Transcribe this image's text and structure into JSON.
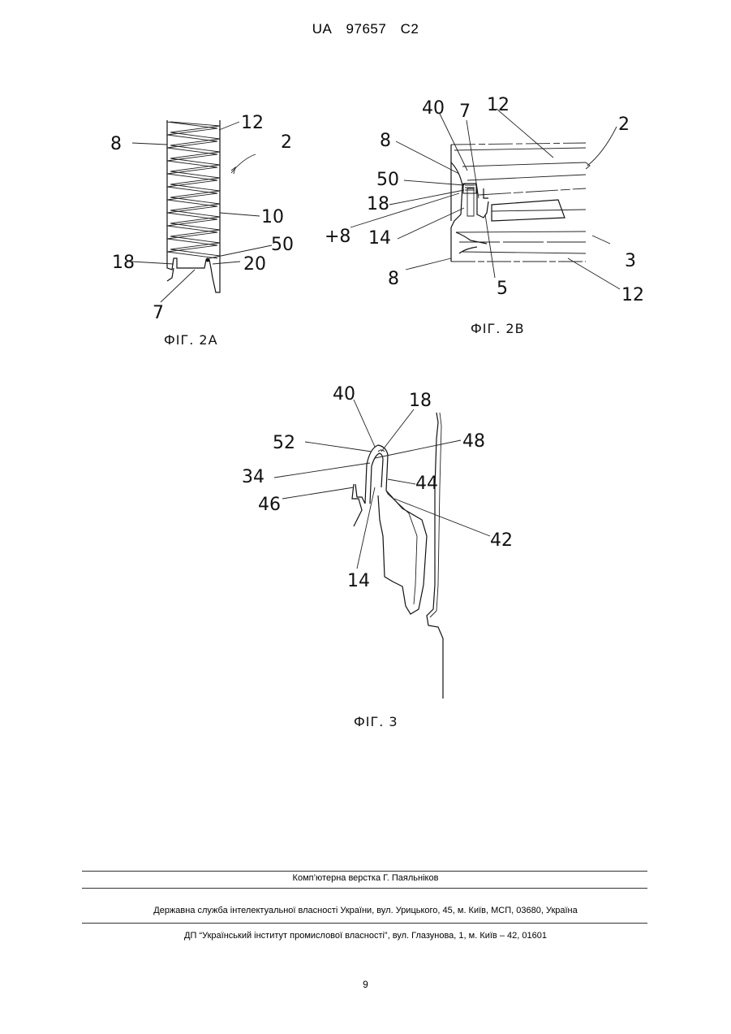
{
  "header": {
    "country": "UA",
    "number": "97657",
    "kind": "C2"
  },
  "figures": {
    "fig2a": {
      "caption": "ФІГ. 2А",
      "labels": {
        "l8": "8",
        "l12": "12",
        "l2": "2",
        "l10": "10",
        "l18": "18",
        "l50": "50",
        "l20": "20",
        "l7": "7"
      }
    },
    "fig2b": {
      "caption": "ФІГ. 2В",
      "labels": {
        "l40": "40",
        "l7": "7",
        "l12a": "12",
        "l2": "2",
        "l8a": "8",
        "l50": "50",
        "l18": "18",
        "l48": "+8",
        "l14": "14",
        "l3": "3",
        "l8b": "8",
        "l5": "5",
        "l12b": "12"
      }
    },
    "fig3": {
      "caption": "ФІГ. 3",
      "labels": {
        "l40": "40",
        "l18": "18",
        "l52": "52",
        "l48": "48",
        "l34": "34",
        "l44": "44",
        "l46": "46",
        "l42": "42",
        "l14": "14"
      }
    }
  },
  "footer": {
    "line1": "Комп’ютерна верстка Г. Паяльніков",
    "line2": "Державна служба інтелектуальної власності України, вул. Урицького, 45, м. Київ, МСП, 03680, Україна",
    "line3": "ДП “Український інститут промислової власності”, вул. Глазунова, 1, м. Київ – 42, 01601"
  },
  "page_number": "9"
}
